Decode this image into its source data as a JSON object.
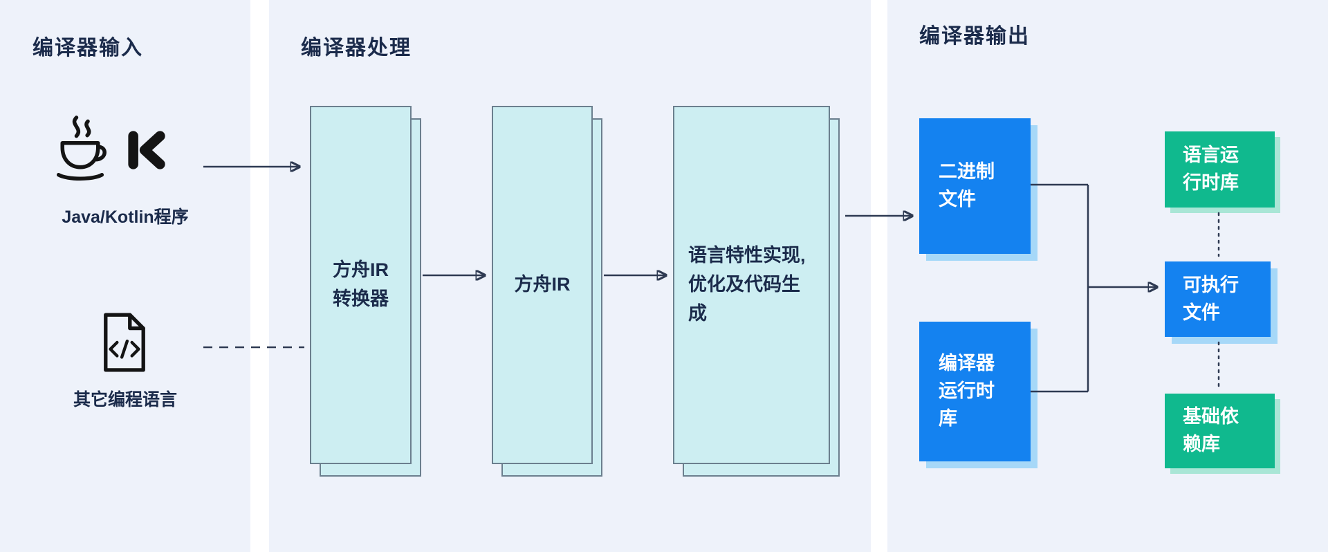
{
  "panels": {
    "input": {
      "title": "编译器输入",
      "java_kotlin_label": "Java/Kotlin程序",
      "other_lang_label": "其它编程语言"
    },
    "process": {
      "title": "编译器处理",
      "boxes": [
        {
          "label": "方舟IR\n转换器"
        },
        {
          "label": "方舟IR"
        },
        {
          "label": "语言特性实现,\n优化及代码生\n成"
        }
      ]
    },
    "output": {
      "title": "编译器输出",
      "binary_file": "二进制\n文件",
      "compiler_runtime": "编译器\n运行时\n库",
      "language_runtime": "语言运\n行时库",
      "executable_file": "可执行\n文件",
      "base_dependency": "基础依\n赖库"
    }
  },
  "icons": {
    "java": "java-coffee-cup-icon",
    "kotlin": "kotlin-k-icon",
    "code_file": "code-file-icon"
  },
  "colors": {
    "panel_bg": "#eef2fa",
    "cyan_fill": "#cdeef2",
    "cyan_border": "#6b7f8e",
    "blue": "#1482f0",
    "blue_shadow": "#a6d8f8",
    "green": "#10b98e",
    "green_shadow": "#a9e6d6",
    "ink": "#1b2b4b",
    "arrow": "#2e3a52"
  }
}
